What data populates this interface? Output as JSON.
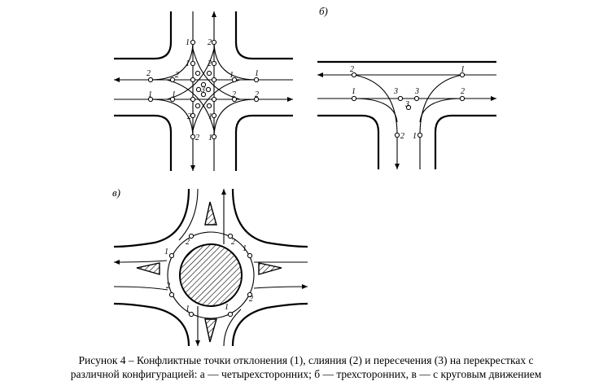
{
  "diagrams": {
    "b_label": "б)",
    "v_label": "в)",
    "point_labels": [
      "1",
      "2",
      "3"
    ]
  },
  "caption": {
    "line1": "Рисунок 4 – Конфликтные точки отклонения (1), слияния (2) и пересечения (3) на перекрестках с",
    "line2": "различной конфигурацией: а — четырехсторонних; б — трехсторонних, в — с круговым движением"
  }
}
